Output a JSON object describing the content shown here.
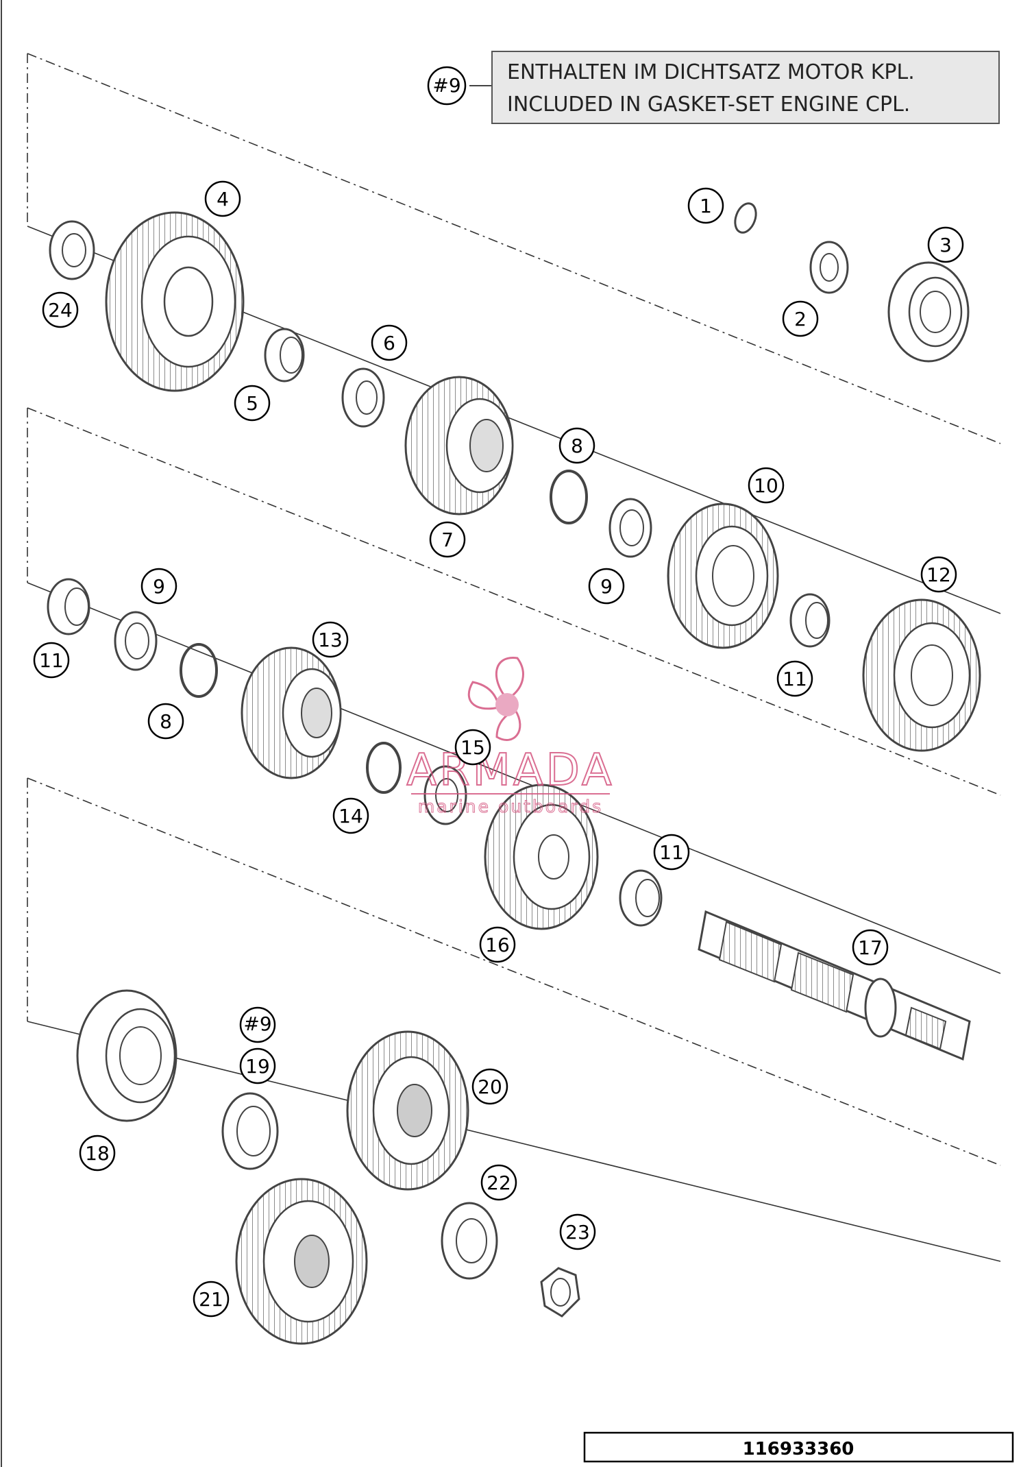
{
  "note": {
    "tag": "#9",
    "line1": "ENTHALTEN IM DICHTSATZ MOTOR KPL.",
    "line2": "INCLUDED IN GASKET-SET ENGINE CPL."
  },
  "part_labels": [
    "1",
    "2",
    "3",
    "4",
    "5",
    "6",
    "7",
    "8",
    "9",
    "10",
    "11",
    "12",
    "13",
    "14",
    "15",
    "16",
    "17",
    "18",
    "19",
    "20",
    "21",
    "22",
    "23",
    "24"
  ],
  "ref_tag_19": "#9",
  "drawing_number": "116933360",
  "watermark": {
    "brand": "ARMADA",
    "tagline": "marine outboards",
    "color": "#d4557f"
  }
}
